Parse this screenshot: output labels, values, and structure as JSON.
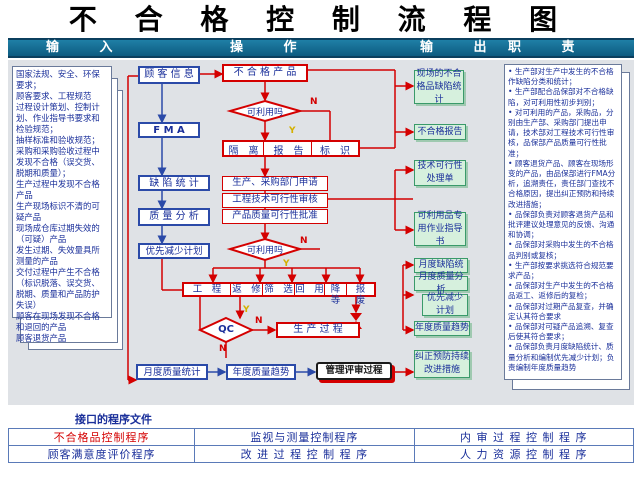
{
  "title": "不 合 格 控 制 流 程 图",
  "header": {
    "input": "输 入",
    "operation": "操 作",
    "output": "输 出",
    "duty": "职 责"
  },
  "inputs_text": [
    "国家法规、安全、环保要求；",
    "顾客要求、工程规范",
    "过程设计策划、控制计划、作业指导书要求和检验规范；",
    "抽样标准和验收规范；",
    "采购和采购验收过程中发现不合格（误交货、脱期和质量）；",
    "生产过程中发现不合格产品",
    "生产现场标识不清的可疑产品",
    "现场成仓库过期失效的（可疑）产品",
    "发生过期、失效量具所测量的产品",
    "交付过程中产生不合格（标识脱落、误交货、脱期、质量和产品防护失误）",
    "顾客在现场发现不合格和退回的产品",
    "顾客退货产品"
  ],
  "flow": {
    "customer_info": "顾 客 信 息",
    "nc_product": "不 合 格 产 品",
    "usable_q1": "可利用吗",
    "fma": "F M A",
    "isolate": "隔　离",
    "report": "报　告",
    "label": "标　识",
    "defect_stats": "缺 陷 统 计",
    "prod_purchase_app": "生产、采购部门申请",
    "eng_feasibility": "工程技术可行性审核",
    "quality_analysis": "质 量 分 析",
    "quality_approve": "产品质量可行性批准",
    "priority_reduce": "优先减少计划",
    "usable_q2": "可利用吗",
    "rework": "返　修",
    "screen": "筛　选",
    "return": "回　用",
    "downgrade": "降　等",
    "scrap": "报　废",
    "work": "工　程",
    "qc": "QC",
    "production": "生 产 过 程",
    "monthly_stats": "月度质量统计",
    "annual_trend": "年度质量趋势",
    "mgmt_review": "管理评审过程",
    "yes": "Y",
    "no": "N"
  },
  "outputs": {
    "stats": "现场的不合格品缺陷统计",
    "report": "不合格报告",
    "tech_form": "技术可行性处理单",
    "field_guide": "可利用品专用作业指导书",
    "monthly_defect": "月度缺陷统",
    "monthly_analysis": "月度质量分析",
    "priority": "优先减少计划",
    "annual": "年度质量趋势",
    "corrective": "纠正预防持续改进措施"
  },
  "duties": [
    "生产部对生产中发生的不合格作缺陷分类和统计；",
    "生产部配合品保部对不合格缺陷，对可利用性初步判别；",
    "对可利用的产品，采购品，分别由生产部、采购部门提出申请，技术部对工程技术可行性审核，品保部产品质量可行性批准；",
    "顾客退货产品、顾客在现场形变的产品，由品保部进行FMA分析，追溯责任，责任部门查找不合格原因，提出纠正预防和持续改进措施；",
    "品保部负责对顾客退货产品和批评建议处理意见的反馈、沟通和协调；",
    "品保部对采购中发生的不合格品判别或复核；",
    "生产部按要求挑选符合规范要求产品；",
    "品保部对生产中发生的不合格品返工、返修后的复检；",
    "品保部对过期产品复查，并确定认其符合要求",
    "品保部对可疑产品追溯、复查后使其符合要求；",
    "品保部负责月度缺陷统计、质量分析和编制优先减少计划；负责编制年度质量趋势"
  ],
  "interface": {
    "heading": "接口的程序文件",
    "rows": [
      [
        "不合格品控制程序",
        "监视与测量控制程序",
        "内 审 过 程 控 制 程 序"
      ],
      [
        "顾客满意度评价程序",
        "改 进 过 程 控 制 程 序",
        "人 力 资 源 控 制 程 序"
      ]
    ]
  },
  "colors": {
    "header_bar": "#0d5b80",
    "flow_blue": "#2b4aa8",
    "flow_red": "#d40000",
    "green": "#3aa63a",
    "mint": "#d6f0dd"
  }
}
